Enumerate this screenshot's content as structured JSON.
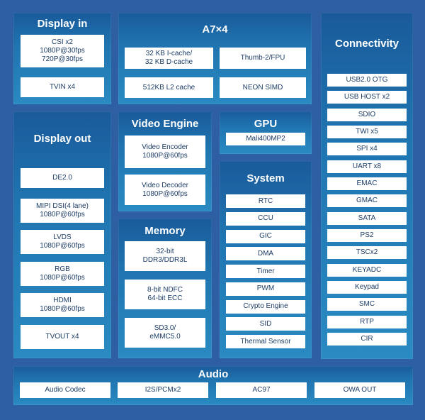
{
  "display_in": {
    "title": "Display in",
    "items": [
      "CSI x2\n1080P@30fps\n720P@30fps",
      "TVIN x4"
    ]
  },
  "cpu": {
    "title": "A7×4",
    "items": [
      "32 KB I-cache/\n32 KB D-cache",
      "Thumb-2/FPU",
      "512KB L2 cache",
      "NEON SIMD"
    ]
  },
  "connectivity": {
    "title": "Connectivity",
    "items": [
      "USB2.0 OTG",
      "USB HOST x2",
      "SDIO",
      "TWI x5",
      "SPI x4",
      "UART x8",
      "EMAC",
      "GMAC",
      "SATA",
      "PS2",
      "TSCx2",
      "KEYADC",
      "Keypad",
      "SMC",
      "RTP",
      "CIR"
    ]
  },
  "display_out": {
    "title": "Display out",
    "items": [
      "DE2.0",
      "MIPI DSI(4 lane)\n1080P@60fps",
      "LVDS\n1080P@60fps",
      "RGB\n1080P@60fps",
      "HDMI\n1080P@60fps",
      "TVOUT x4"
    ]
  },
  "video_engine": {
    "title": "Video Engine",
    "items": [
      "Video Encoder\n1080P@60fps",
      "Video Decoder\n1080P@60fps"
    ]
  },
  "gpu": {
    "title": "GPU",
    "items": [
      "Mali400MP2"
    ]
  },
  "system": {
    "title": "System",
    "items": [
      "RTC",
      "CCU",
      "GIC",
      "DMA",
      "Timer",
      "PWM",
      "Crypto Engine",
      "SID",
      "Thermal Sensor"
    ]
  },
  "memory": {
    "title": "Memory",
    "items": [
      "32-bit\nDDR3/DDR3L",
      "8-bit NDFC\n64-bit ECC",
      "SD3.0/\neMMC5.0"
    ]
  },
  "audio": {
    "title": "Audio",
    "items": [
      "Audio Codec",
      "I2S/PCMx2",
      "AC97",
      "OWA OUT"
    ]
  }
}
